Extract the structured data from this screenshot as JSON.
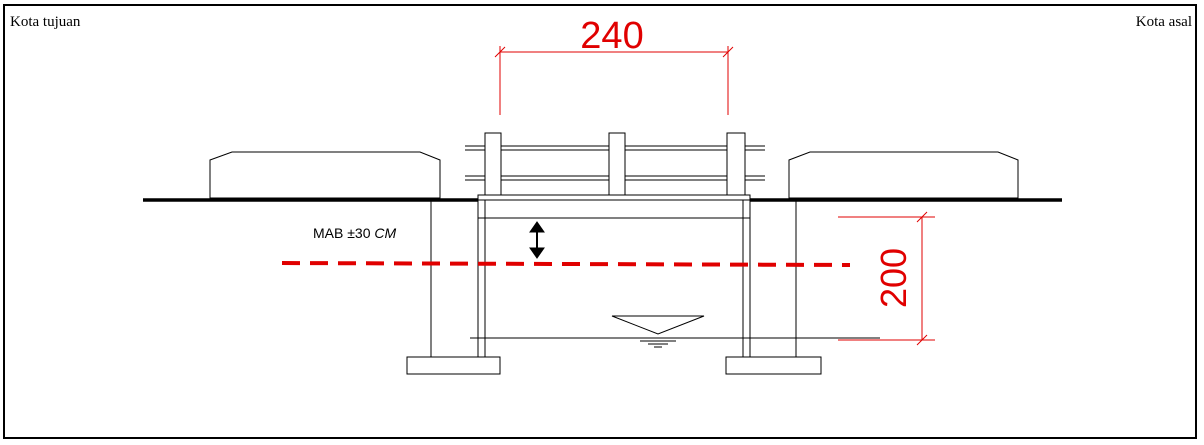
{
  "labels": {
    "left_city": "Kota tujuan",
    "right_city": "Kota asal"
  },
  "dimensions": {
    "width_value": "240",
    "height_value": "200"
  },
  "water_level": {
    "prefix": "MAB ±30 ",
    "unit": "CM"
  },
  "colors": {
    "dimension": "#e00000",
    "line": "#000000"
  }
}
